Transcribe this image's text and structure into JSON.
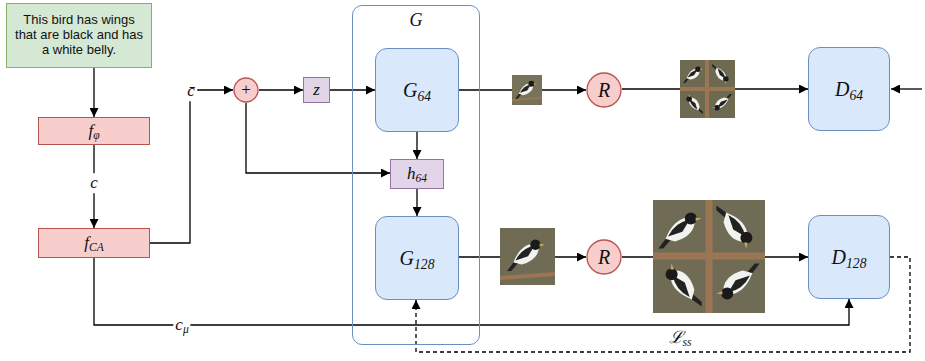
{
  "diagram": {
    "nodes": [
      {
        "text": [
          "This bird has wings that are black and has a white belly."
        ]
      },
      {
        "text": [
          "fφ"
        ]
      },
      {
        "text": [
          "fCA"
        ]
      },
      {
        "text": [
          "+"
        ]
      },
      {
        "text": [
          "z"
        ]
      },
      {
        "text": [
          "G"
        ]
      },
      {
        "text": [
          "G64"
        ],
        "in": 5
      },
      {
        "text": [
          "h64"
        ],
        "in": 5
      },
      {
        "text": [
          "G128"
        ],
        "in": 5
      },
      {
        "text": [
          "R"
        ]
      },
      {
        "text": [
          "D64"
        ]
      },
      {
        "text": [
          "R"
        ]
      },
      {
        "text": [
          "D128"
        ]
      }
    ],
    "edges": [
      {
        "from": 0,
        "to": 1,
        "arrow": "to"
      },
      {
        "from": 1,
        "to": 2,
        "arrow": "to",
        "label": "c"
      },
      {
        "from": 2,
        "to": 3,
        "arrow": "to",
        "label": "c̄"
      },
      {
        "from": 3,
        "to": 4,
        "arrow": "to"
      },
      {
        "from": 4,
        "to": 6,
        "arrow": "to"
      },
      {
        "from": 3,
        "to": 7,
        "arrow": "to"
      },
      {
        "from": 6,
        "to": 7,
        "arrow": "to"
      },
      {
        "from": 7,
        "to": 8,
        "arrow": "to"
      },
      {
        "from": 6,
        "to": 9,
        "arrow": "to"
      },
      {
        "from": 9,
        "to": 10,
        "arrow": "to"
      },
      {
        "from": 8,
        "to": 11,
        "arrow": "to"
      },
      {
        "from": 11,
        "to": 12,
        "arrow": "to"
      },
      {
        "from": 2,
        "to": 12,
        "arrow": "to",
        "label": "cμ"
      },
      {
        "from": 12,
        "to": 8,
        "arrow": "to",
        "label": "ℒss"
      }
    ]
  }
}
